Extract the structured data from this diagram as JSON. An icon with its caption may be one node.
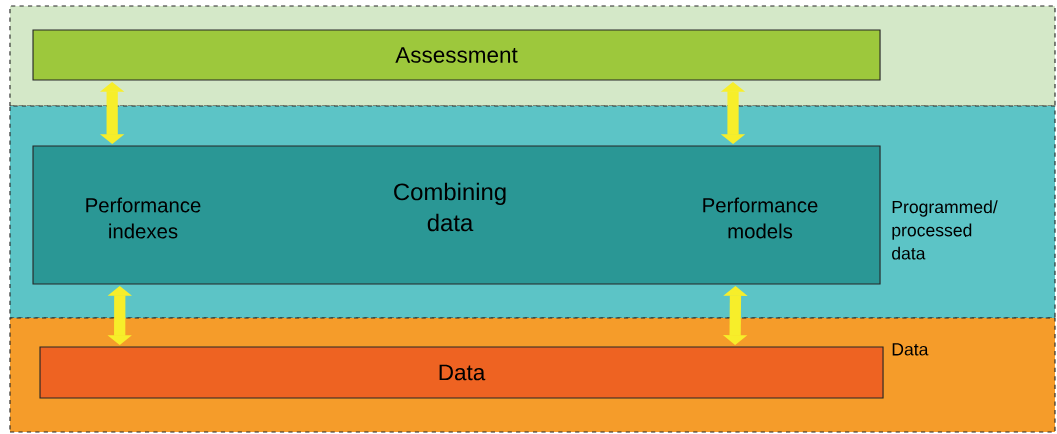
{
  "diagram": {
    "nodes": [
      {
        "text": [],
        "shape": "band"
      },
      {
        "text": [
          "Assessment"
        ],
        "in": 0
      },
      {
        "text": [
          "Programmed/ processed data"
        ]
      },
      {
        "text": [
          "Performance indexes",
          "Combining data",
          "Performance models"
        ],
        "in": 2
      },
      {
        "text": [
          "Data"
        ]
      },
      {
        "text": [
          "Data"
        ],
        "in": 4
      }
    ],
    "edges": [
      {
        "from": 1,
        "to": 3,
        "arrow": "both"
      },
      {
        "from": 1,
        "to": 3,
        "arrow": "both"
      },
      {
        "from": 3,
        "to": 5,
        "arrow": "both"
      },
      {
        "from": 3,
        "to": 5,
        "arrow": "both"
      }
    ]
  }
}
